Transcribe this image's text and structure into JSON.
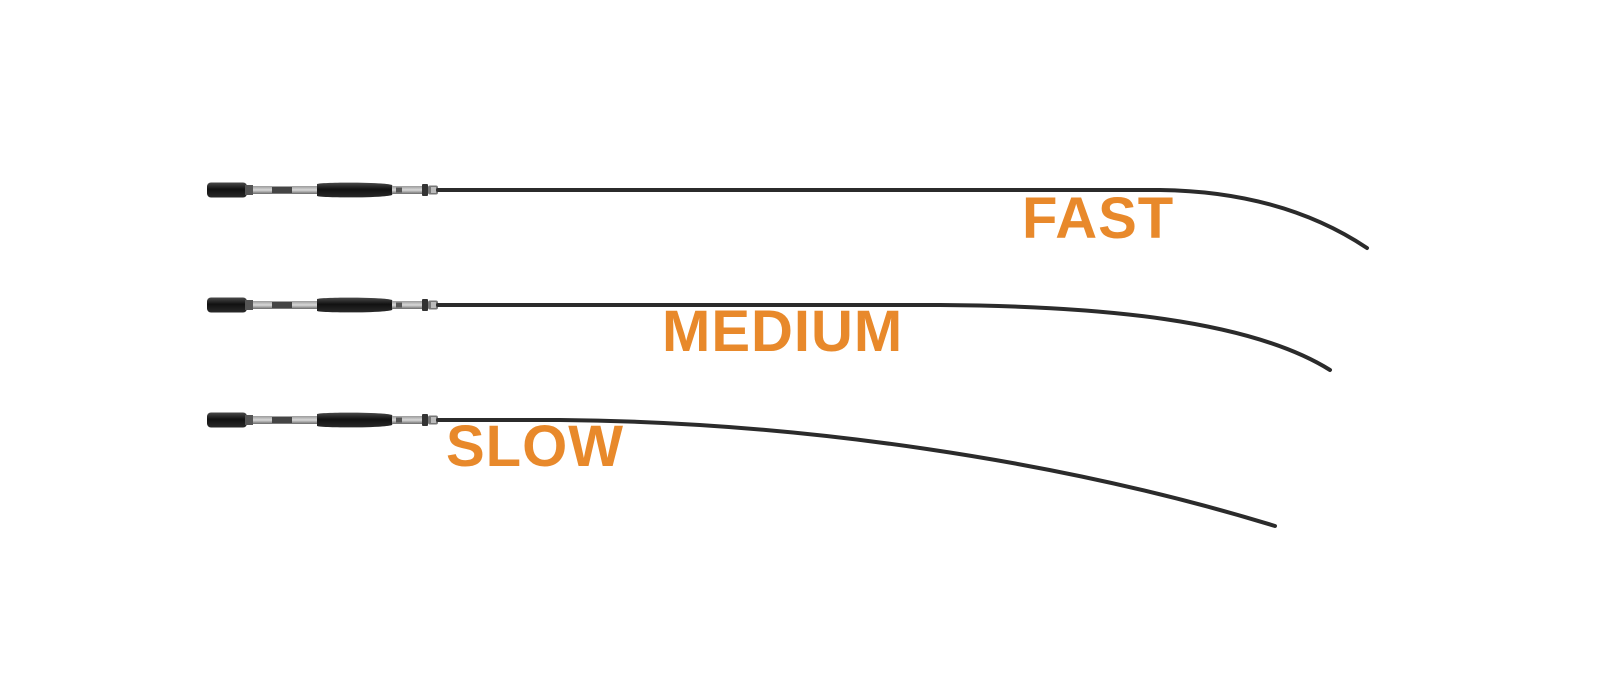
{
  "diagram": {
    "label_color": "#E8892B",
    "rod_color": "#2b2b2b",
    "rods": [
      {
        "id": "fast",
        "action_label": "FAST"
      },
      {
        "id": "medium",
        "action_label": "MEDIUM"
      },
      {
        "id": "slow",
        "action_label": "SLOW"
      }
    ]
  }
}
